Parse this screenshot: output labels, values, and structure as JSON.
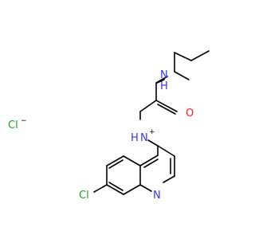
{
  "molecule": {
    "atoms": {
      "counter_ion": {
        "label": "Cl",
        "charge": "−"
      },
      "amide_n": {
        "label": "N",
        "h": "H"
      },
      "amide_o": {
        "label": "O"
      },
      "ammonium_n": {
        "label": "N",
        "h": "H",
        "charge": "+"
      },
      "ring_cl": {
        "label": "Cl"
      },
      "ring_n": {
        "label": "N"
      }
    },
    "colors": {
      "bond": "#000000",
      "nitrogen": "#3232ff",
      "chlorine": "#1f9e1f",
      "oxygen": "#ff1a1a",
      "background": "#ffffff"
    }
  }
}
